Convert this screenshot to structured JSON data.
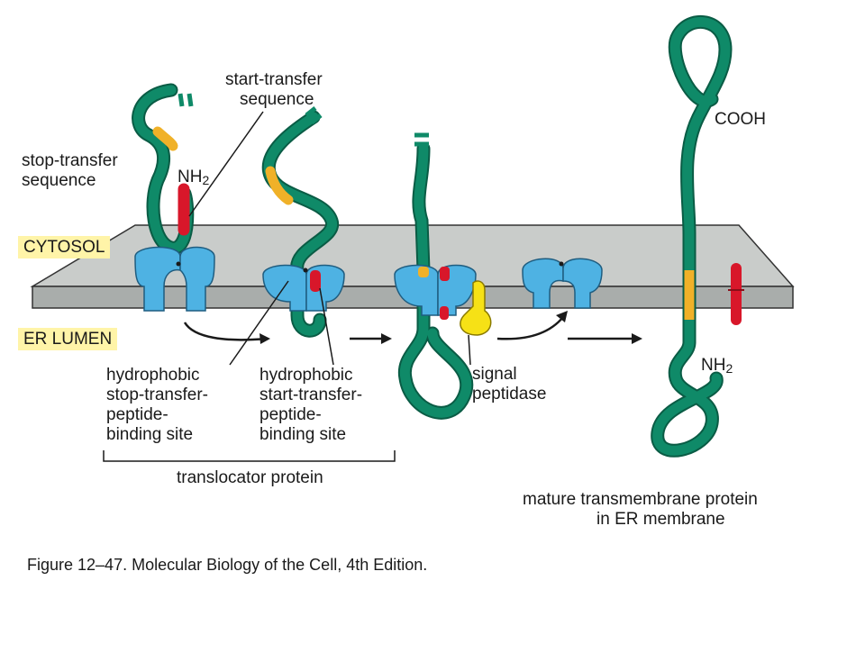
{
  "labels": {
    "start_transfer_1": "start-transfer",
    "start_transfer_2": "sequence",
    "stop_transfer_1": "stop-transfer",
    "stop_transfer_2": "sequence",
    "nh2_left": "NH",
    "nh2_sub": "2",
    "cytosol": "CYTOSOL",
    "er_lumen": "ER LUMEN",
    "hydro_stop_1": "hydrophobic",
    "hydro_stop_2": "stop-transfer-",
    "hydro_stop_3": "peptide-",
    "hydro_stop_4": "binding site",
    "hydro_start_1": "hydrophobic",
    "hydro_start_2": "start-transfer-",
    "hydro_start_3": "peptide-",
    "hydro_start_4": "binding site",
    "signal_1": "signal",
    "signal_2": "peptidase",
    "translocator": "translocator protein",
    "cooh": "COOH",
    "nh2_right": "NH",
    "nh2_right_sub": "2",
    "mature_1": "mature transmembrane protein",
    "mature_2": "in ER membrane"
  },
  "caption": "Figure 12–47. Molecular Biology of the Cell, 4th Edition.",
  "colors": {
    "chain": "#0f8a68",
    "chain_dark": "#0a5c45",
    "stop_transfer": "#f0b128",
    "start_transfer": "#d8172a",
    "translocator": "#4eb2e3",
    "translocator_dark": "#2a86bd",
    "membrane_top": "#c9ccca",
    "membrane_front": "#a9adab",
    "peptidase": "#f6e116",
    "label_highlight": "#fff4a8"
  }
}
